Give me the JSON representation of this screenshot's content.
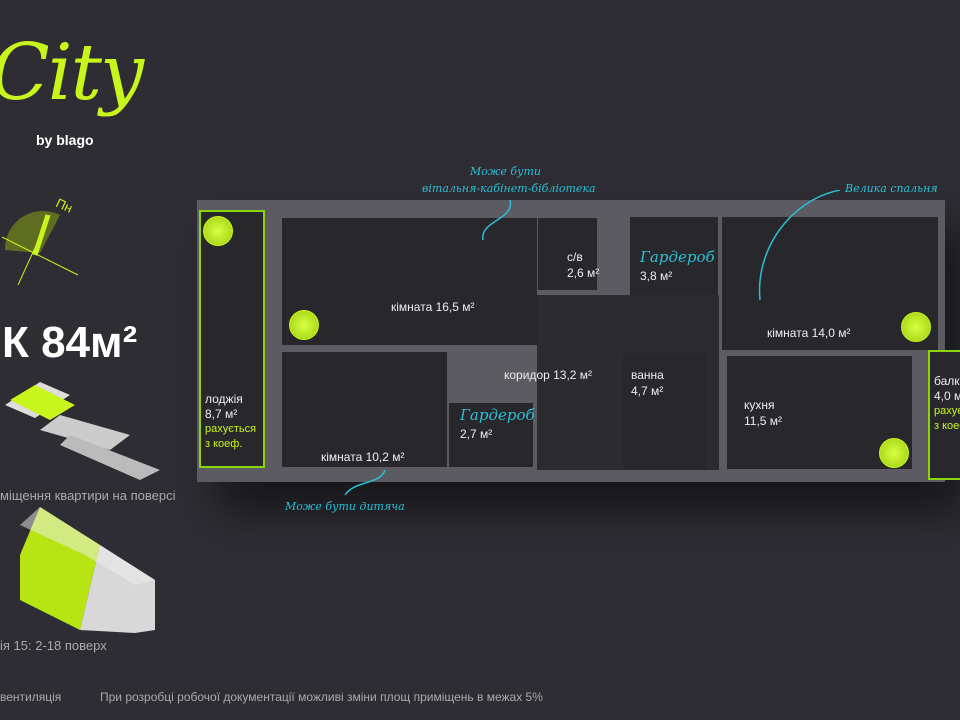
{
  "brand": {
    "logo": "City",
    "sub": "by blago"
  },
  "compass": {
    "label": "Пн"
  },
  "apartment": {
    "title": "К 84м²"
  },
  "floor_position_caption": "міщення квартири на поверсі",
  "section_caption": "ія 15: 2-18 поверх",
  "footer": {
    "left": "вентиляція",
    "note": "При розробці робочої документації можливі зміни площ приміщень в межах 5%"
  },
  "rooms": {
    "loggia": {
      "name": "лоджія",
      "area": "8,7 м²",
      "note1": "рахується",
      "note2": "з коеф."
    },
    "room1": {
      "label": "кімната 16,5 м²"
    },
    "room2": {
      "label": "кімната 10,2 м²"
    },
    "bath_wc": {
      "name": "с/в",
      "area": "2,6 м²"
    },
    "wardrobe1": {
      "name": "Гардероб",
      "area": "3,8 м²"
    },
    "wardrobe2": {
      "name": "Гардероб",
      "area": "2,7 м²"
    },
    "room3": {
      "label": "кімната 14,0 м²"
    },
    "corridor": {
      "label": "коридор 13,2 м²"
    },
    "bath": {
      "name": "ванна",
      "area": "4,7 м²"
    },
    "kitchen": {
      "name": "кухня",
      "area": "11,5 м²"
    },
    "balcony": {
      "name": "балк",
      "area": "4,0 м",
      "note1": "рахує",
      "note2": "з коеф"
    }
  },
  "notes": {
    "n1a": "Може бути",
    "n1b": "вітальня-кабінет-бібліотека",
    "n2": "Велика спальня",
    "n3": "Може бути дитяча"
  },
  "colors": {
    "accent": "#c8f51c",
    "annotation": "#2bbfd6",
    "background": "#2e2d33"
  }
}
